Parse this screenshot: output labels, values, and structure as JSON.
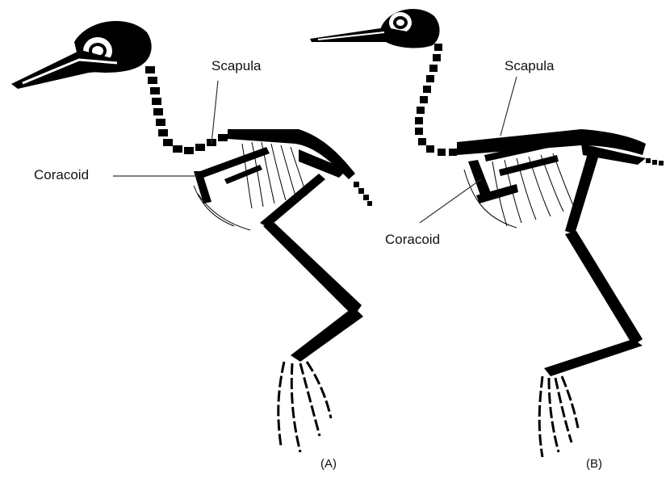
{
  "panels": [
    {
      "id": "A",
      "caption": "(A)",
      "labels": {
        "scapula": "Scapula",
        "coracoid": "Coracoid"
      }
    },
    {
      "id": "B",
      "caption": "(B)",
      "labels": {
        "scapula": "Scapula",
        "coracoid": "Coracoid"
      }
    }
  ],
  "colors": {
    "bone": "#000000",
    "background": "#ffffff",
    "line": "#333333"
  }
}
